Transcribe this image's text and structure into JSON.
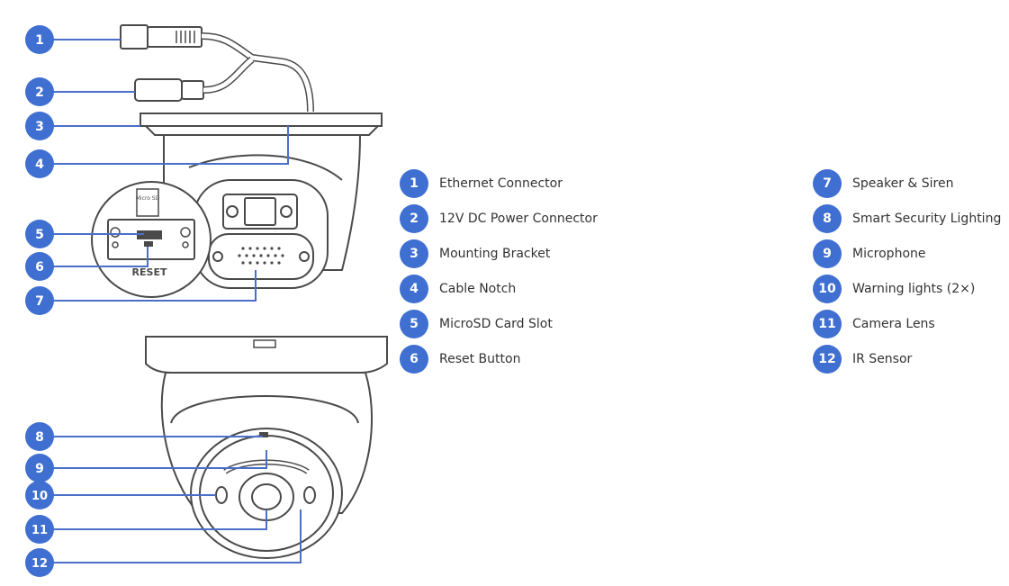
{
  "colors": {
    "badge": "#3f6fd1",
    "leader": "#4b6fc8",
    "line_art": "#4a4a4a",
    "text": "#333333"
  },
  "slot_labels": {
    "micro_sd": "Micro SD",
    "reset": "RESET"
  },
  "legend": [
    {
      "number": "1",
      "label": "Ethernet Connector"
    },
    {
      "number": "2",
      "label": "12V DC Power Connector"
    },
    {
      "number": "3",
      "label": "Mounting Bracket"
    },
    {
      "number": "4",
      "label": "Cable Notch"
    },
    {
      "number": "5",
      "label": "MicroSD Card Slot"
    },
    {
      "number": "6",
      "label": "Reset Button"
    },
    {
      "number": "7",
      "label": "Speaker & Siren"
    },
    {
      "number": "8",
      "label": "Smart Security Lighting"
    },
    {
      "number": "9",
      "label": "Microphone"
    },
    {
      "number": "10",
      "label": "Warning lights (2×)"
    },
    {
      "number": "11",
      "label": "Camera Lens"
    },
    {
      "number": "12",
      "label": "IR Sensor"
    }
  ]
}
